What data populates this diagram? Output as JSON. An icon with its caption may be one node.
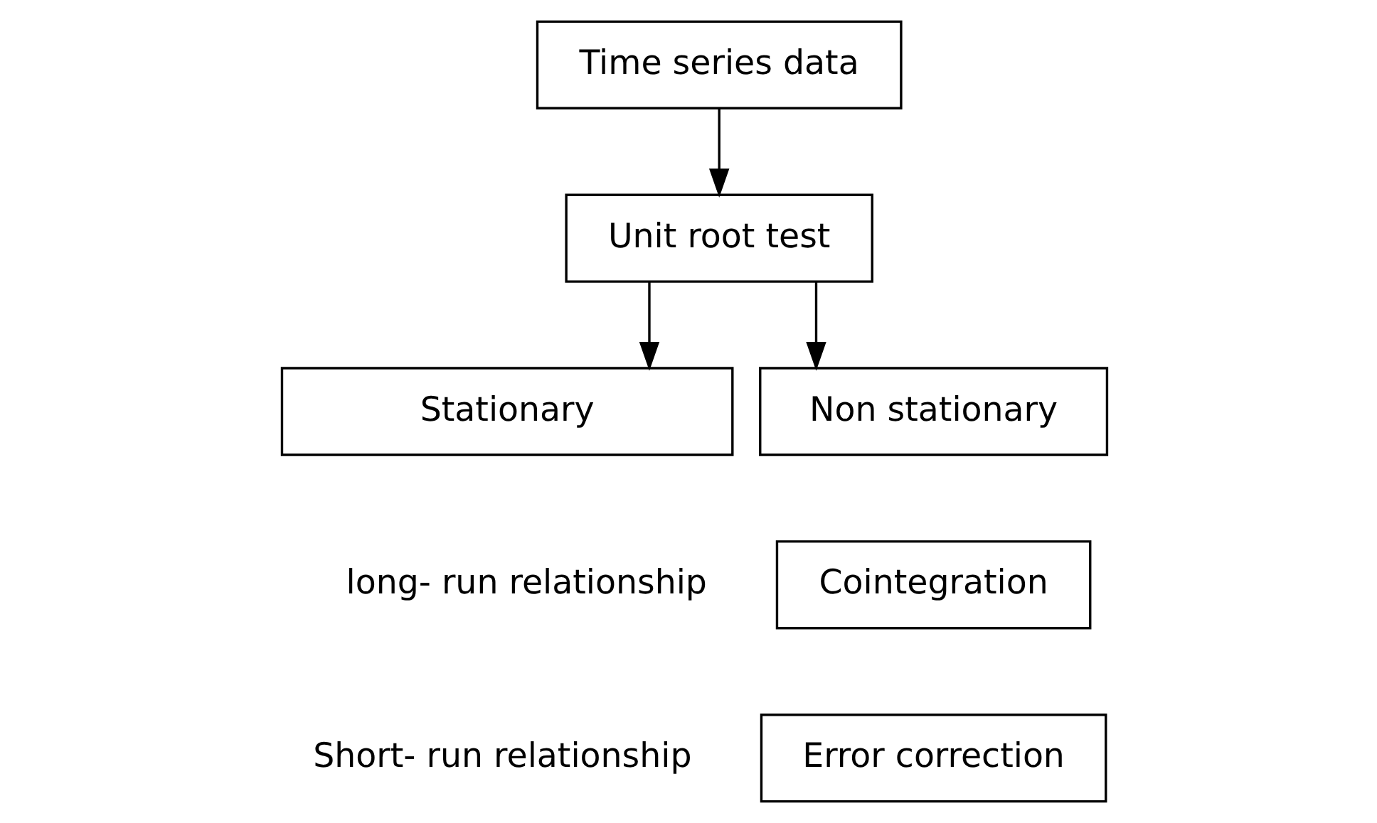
{
  "diagram": {
    "nodes": [
      {
        "text": [
          "Time series data"
        ]
      },
      {
        "text": [
          "Unit root test"
        ]
      },
      {
        "text": [
          "Stationary"
        ]
      },
      {
        "text": [
          "Non stationary"
        ]
      },
      {
        "text": [
          "Cointegration"
        ],
        "beside": [
          "long- run relationship"
        ]
      },
      {
        "text": [
          "Error correction"
        ],
        "beside": [
          "Short- run relationship"
        ]
      }
    ],
    "edges": [
      {
        "from": 0,
        "to": 1,
        "arrow": "to"
      },
      {
        "from": 1,
        "to": 2,
        "arrow": "to"
      },
      {
        "from": 1,
        "to": 3,
        "arrow": "to"
      }
    ]
  }
}
